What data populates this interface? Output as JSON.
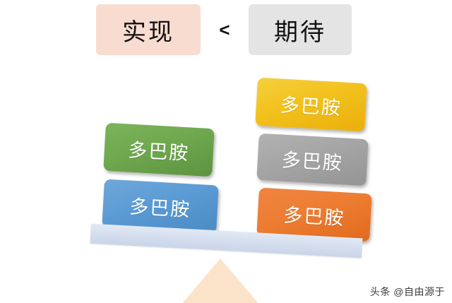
{
  "header": {
    "left_box": {
      "label": "实现",
      "color": "#f9dcd0"
    },
    "operator": "<",
    "right_box": {
      "label": "期待",
      "color": "#e4e4e4"
    }
  },
  "seesaw": {
    "beam_color": "#d3ddee",
    "fulcrum_color": "#fbe3c9",
    "tilt": "right-side-down",
    "left_cards": [
      {
        "label": "多巴胺",
        "color": "#6fa84f",
        "name": "green"
      },
      {
        "label": "多巴胺",
        "color": "#5b9bd5",
        "name": "blue"
      }
    ],
    "right_cards": [
      {
        "label": "多巴胺",
        "color": "#f2c11c",
        "name": "yellow"
      },
      {
        "label": "多巴胺",
        "color": "#a5a5a5",
        "name": "gray"
      },
      {
        "label": "多巴胺",
        "color": "#ed7d31",
        "name": "orange"
      }
    ]
  },
  "watermark": {
    "text": "头条 @自由源于"
  }
}
